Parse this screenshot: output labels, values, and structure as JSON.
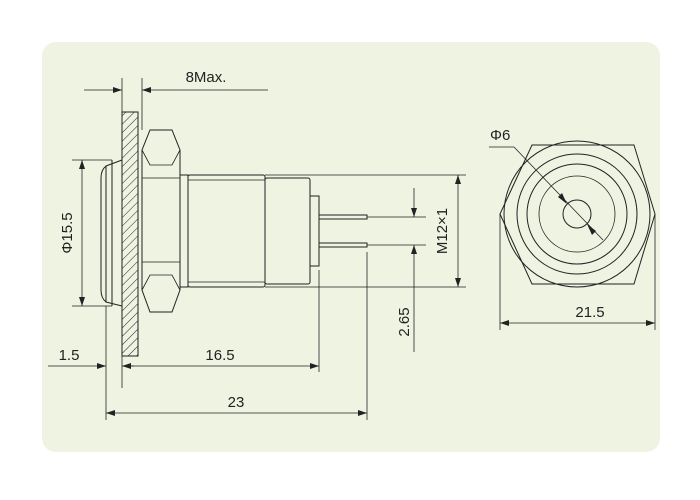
{
  "dimensions": {
    "panel_thickness_max": "8Max.",
    "flange_diameter": "Φ15.5",
    "thread": "M12×1",
    "terminal_offset": "2.65",
    "flange_thickness": "1.5",
    "body_length": "16.5",
    "overall_length": "23",
    "led_diameter": "Φ6",
    "nut_width": "21.5"
  },
  "colors": {
    "panel_background": "#eef3e2",
    "line": "#222222"
  }
}
